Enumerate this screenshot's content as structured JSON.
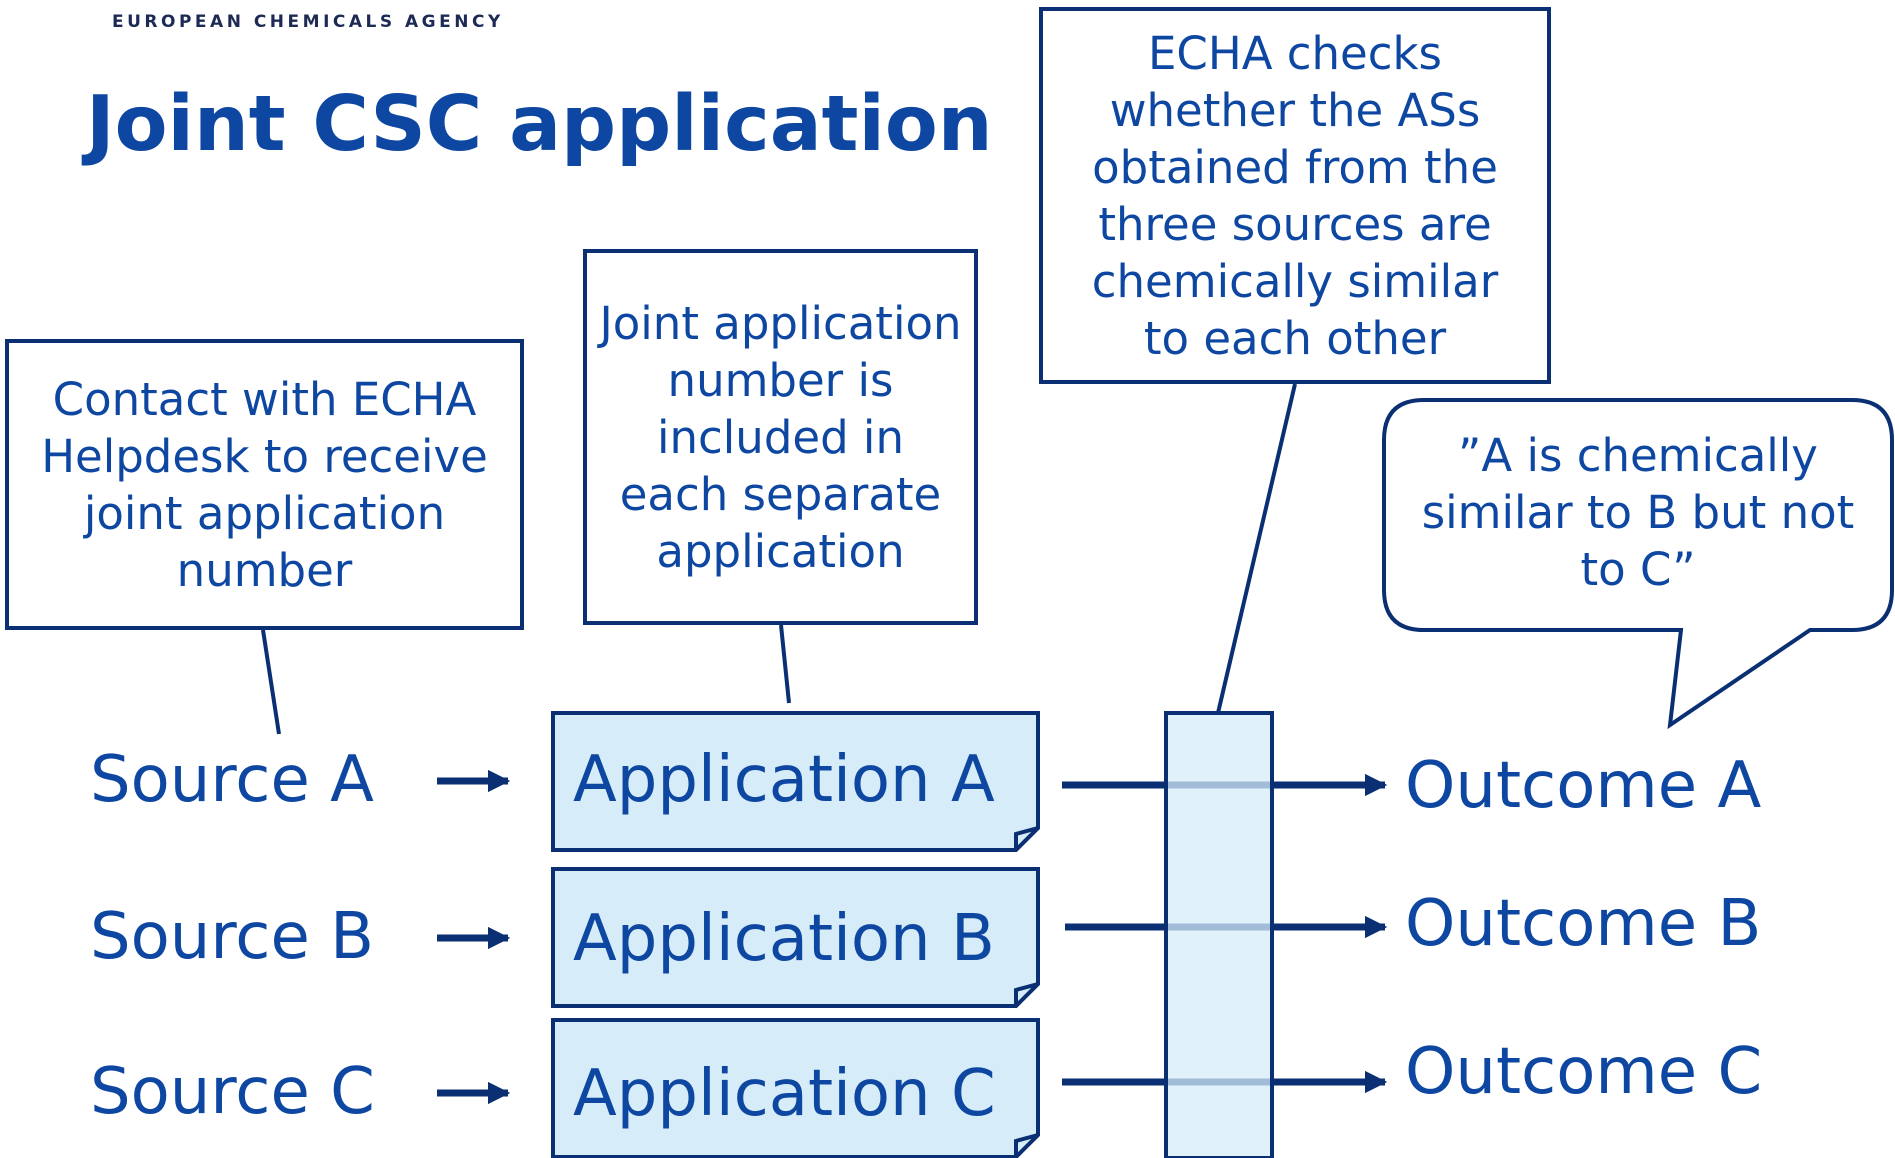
{
  "header": {
    "agency": "EUROPEAN CHEMICALS AGENCY",
    "title": "Joint CSC application"
  },
  "callouts": {
    "helpdesk": "Contact with ECHA Helpdesk to receive joint application number",
    "joint_number": "Joint application number is included in each separate application",
    "echa_checks": "ECHA checks whether the ASs obtained from the three sources are chemically similar to each other",
    "quote": "”A is chemically similar to B but not to C”"
  },
  "rows": [
    {
      "source": "Source A",
      "application": "Application A",
      "outcome": "Outcome A"
    },
    {
      "source": "Source B",
      "application": "Application B",
      "outcome": "Outcome B"
    },
    {
      "source": "Source C",
      "application": "Application C",
      "outcome": "Outcome C"
    }
  ],
  "colors": {
    "text": "#0e47a1",
    "line": "#0b2f73",
    "fill": "#d6ecf8"
  }
}
